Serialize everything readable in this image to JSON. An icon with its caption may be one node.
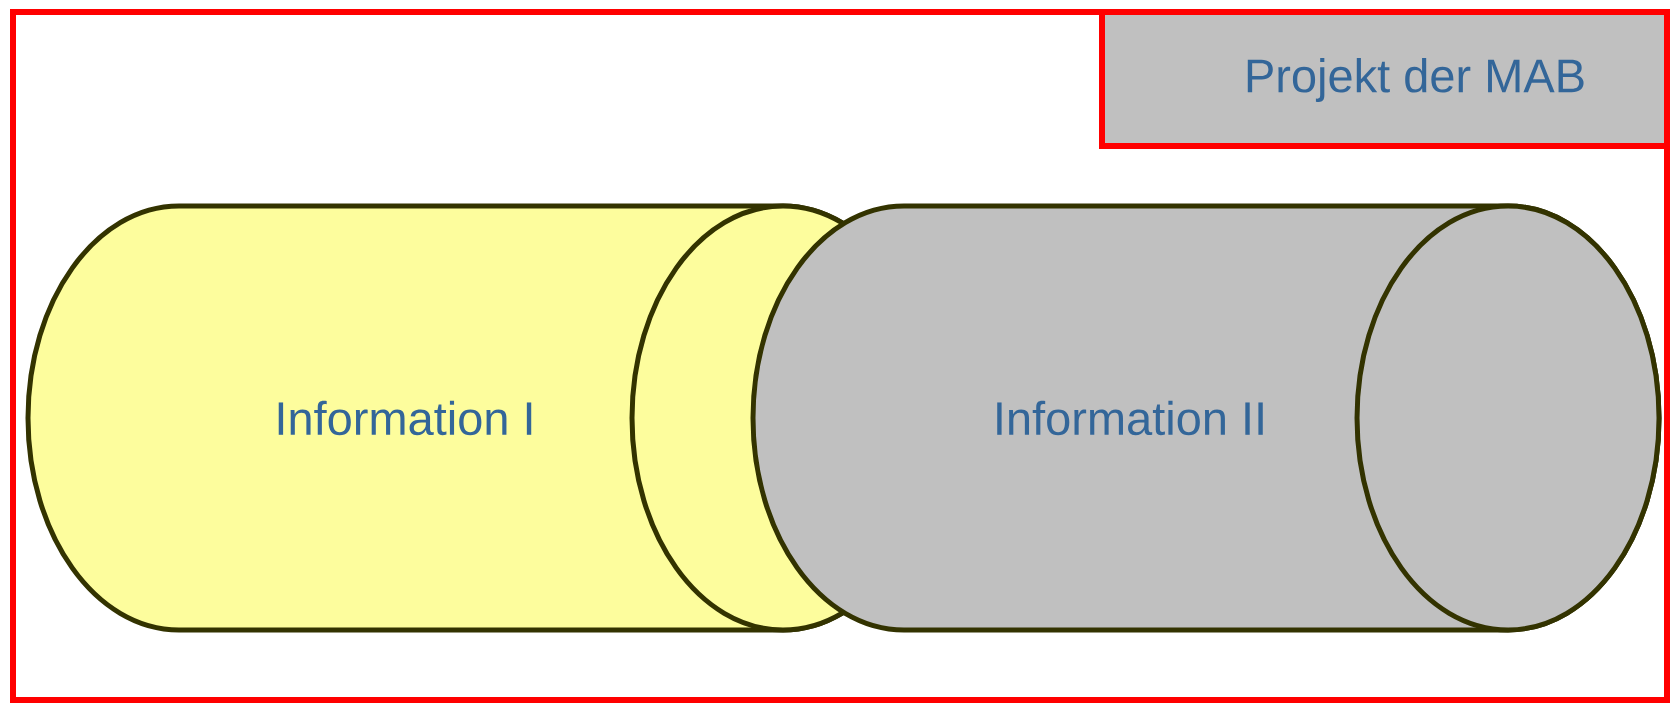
{
  "diagram": {
    "nodes": [
      {
        "text": [],
        "shape": "box"
      },
      {
        "text": [
          "Projekt der MAB"
        ],
        "in": 0
      },
      {
        "text": [
          "Information I"
        ],
        "in": 0
      },
      {
        "text": [
          "Information II"
        ],
        "in": 0
      }
    ]
  }
}
